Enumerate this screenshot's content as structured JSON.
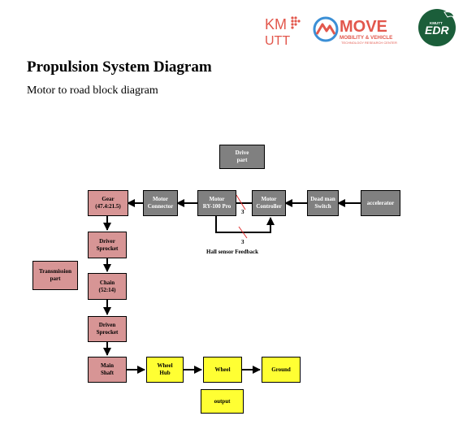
{
  "header": {
    "title": "Propulsion System Diagram",
    "subtitle": "Motor to road block diagram"
  },
  "logos": {
    "kmutt": {
      "line1": "KM",
      "line2": "UTT",
      "color": "#e2574c"
    },
    "move": {
      "word": "MOVE",
      "tagline": "MOBILITY & VEHICLE",
      "subtag": "TECHNOLOGY RESEARCH CENTER",
      "color": "#e2574c",
      "accent": "#3b8fd6"
    },
    "edr": {
      "top": "KMUTT",
      "word": "EDR",
      "color": "#1b5e3a"
    }
  },
  "diagram": {
    "blocks": {
      "drive_part": "Drive\npart",
      "accelerator": "accelerator",
      "dead_man_switch": "Dead man\nSwitch",
      "motor_controller": "Motor\nController",
      "motor": "Motor\nRY-100 Pro",
      "motor_connector": "Motor\nConnector",
      "gear": "Gear\n(47.4:21.5)",
      "driver_sprocket": "Driver\nSprocket",
      "chain": "Chain\n(52:14)",
      "driven_sprocket": "Driven\nSprocket",
      "main_shaft": "Main\nShaft",
      "transmission_part": "Transmission\npart",
      "wheel_hub": "Wheel\nHub",
      "wheel": "Wheel",
      "ground": "Ground",
      "output": "output"
    },
    "labels": {
      "phase_count_top": "3",
      "phase_count_bottom": "3",
      "hall_sensor": "Hall sensor Feedback"
    },
    "colors": {
      "drive_block": "#808080",
      "transmission_block": "#d79595",
      "output_block": "#ffff33",
      "slash": "#e03030"
    }
  }
}
